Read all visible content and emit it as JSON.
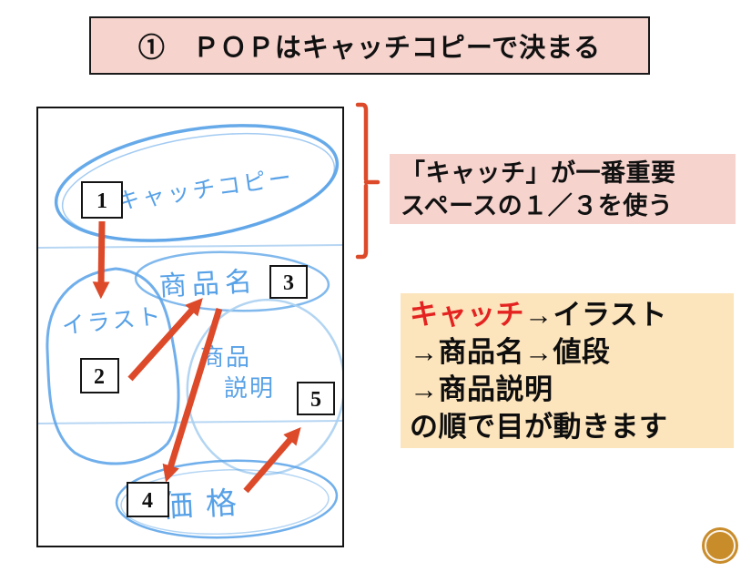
{
  "slide": {
    "title": "①　ＰＯＰはキャッチコピーで決まる",
    "callout": {
      "line1": "「キャッチ」が一番重要",
      "line2": "スペースの１／３を使う"
    },
    "note": {
      "catch": "キャッチ",
      "line1_rest": "→イラスト",
      "line2": "→商品名→値段",
      "line3": "→商品説明",
      "line4": "の順で目が動きます"
    },
    "sketch": {
      "catch_copy": "キャッチコピー",
      "product_name": "商品名",
      "illustration": "イラスト",
      "description_top": "商品",
      "description_bottom": "説明",
      "price": "価格",
      "numbers": [
        "1",
        "2",
        "3",
        "4",
        "5"
      ]
    }
  },
  "colors": {
    "pink": "#f6d3cd",
    "cream": "#fce4bc",
    "accent": "#dc4a2a",
    "red": "#e42320",
    "ink": "#57a1e7",
    "ink-light": "#abd0f1",
    "gold": "#c98c2b",
    "line": "#1a1a1a"
  }
}
